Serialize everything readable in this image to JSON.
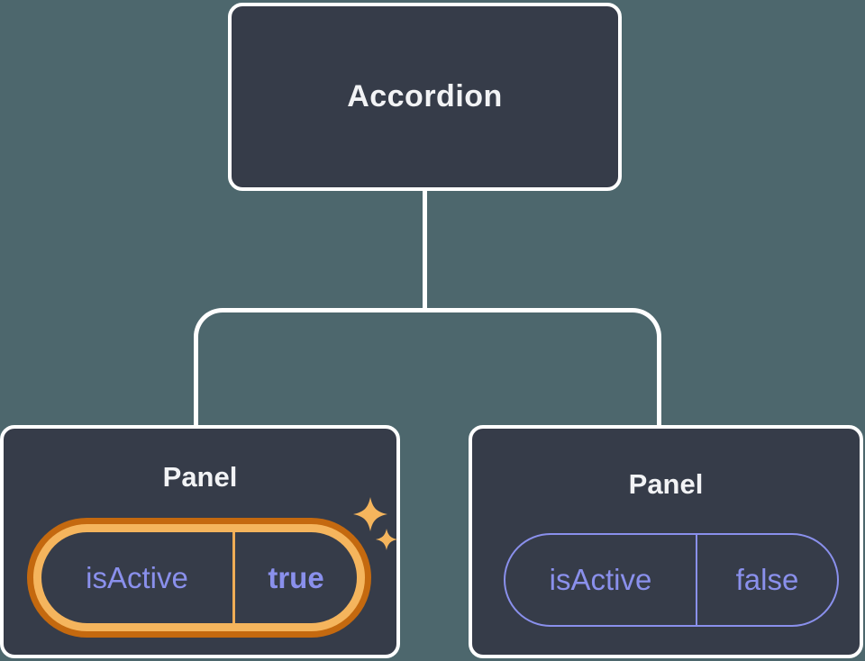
{
  "diagram": {
    "description": "React component tree diagram",
    "root_node": {
      "label": "Accordion"
    },
    "child_nodes": [
      {
        "label": "Panel",
        "prop": {
          "name": "isActive",
          "value": "true"
        },
        "highlighted": true
      },
      {
        "label": "Panel",
        "prop": {
          "name": "isActive",
          "value": "false"
        },
        "highlighted": false
      }
    ],
    "icons": {
      "sparkles": "two four-point stars marking the changed state"
    },
    "colors": {
      "background": "#4D676D",
      "card_fill": "#363C49",
      "card_border": "#FFFFFF",
      "label_text": "#F2F3F5",
      "state_purple": "#8A90EC",
      "highlight_ring_outer": "#C4690F",
      "highlight_ring_inner": "#F5B55D",
      "highlight_divider": "#EFAC55",
      "sparkle_gold": "#F5B55D"
    }
  }
}
